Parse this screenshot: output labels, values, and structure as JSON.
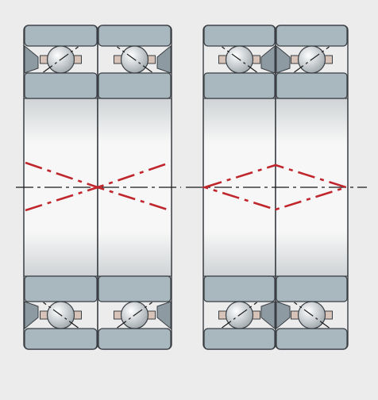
{
  "colors": {
    "background": "#ececec",
    "ring": "#a9b7bf",
    "ring_dark": "#8d9aa2",
    "outline": "#3a3f44",
    "cage": "#d8c3b8",
    "ball_light": "#ffffff",
    "ball_dark": "#9ea7ac",
    "bore_light": "#f7f7f7",
    "bore_dark": "#cfd3d5",
    "contact_line": "#c0272d",
    "axis_line": "#1a1a1a"
  },
  "arrangements": [
    {
      "name": "back-to-back",
      "contact_convergence": "inward"
    },
    {
      "name": "face-to-face",
      "contact_convergence": "outward"
    }
  ],
  "icons": [
    "ball-icon",
    "cage-icon",
    "outer-ring-icon",
    "inner-ring-icon"
  ]
}
